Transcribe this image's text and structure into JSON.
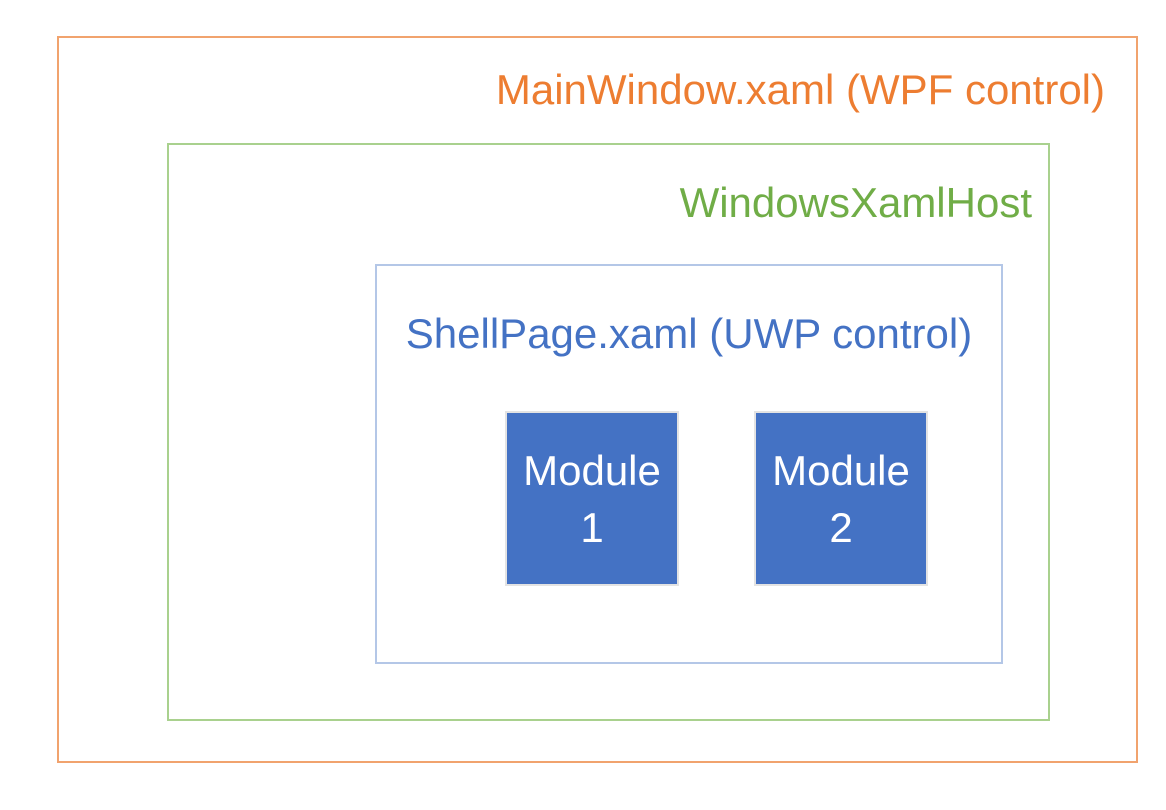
{
  "diagram": {
    "outer": {
      "label": "MainWindow.xaml (WPF control)"
    },
    "host": {
      "label": "WindowsXamlHost"
    },
    "shell": {
      "label": "ShellPage.xaml (UWP control)"
    },
    "modules": [
      {
        "line1": "Module",
        "line2": "1"
      },
      {
        "line1": "Module",
        "line2": "2"
      }
    ],
    "colors": {
      "background": "#FFFFFF",
      "outer_text": "#ED7D31",
      "outer_border": "#F1A36E",
      "host_text": "#70AD47",
      "host_border": "#A9D18E",
      "shell_text": "#4472C4",
      "shell_border": "#B4C7E7",
      "module_fill": "#4472C4",
      "module_border": "#E3E3E3",
      "module_text": "#FFFFFF"
    }
  }
}
